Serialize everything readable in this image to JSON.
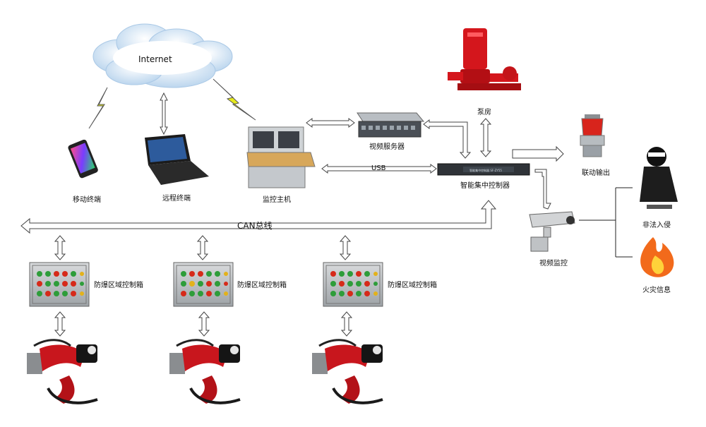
{
  "cloud": {
    "label": "Internet"
  },
  "terminals": {
    "mobile": "移动终端",
    "remote": "远程终端",
    "monitor_host": "监控主机"
  },
  "server": {
    "label": "视频服务器"
  },
  "pump": {
    "label": "泵房"
  },
  "controller": {
    "label": "智能集中控制器",
    "device_text": "智能集中控制器 SF-ZY55"
  },
  "usb": {
    "label": "USB"
  },
  "alarm": {
    "label": "联动输出"
  },
  "camera": {
    "label": "视频监控"
  },
  "intrusion": {
    "label": "非法入侵"
  },
  "fire": {
    "label": "火灾信息"
  },
  "bus": {
    "label": "CAN总线"
  },
  "boxes": [
    {
      "label": "防爆区域控制箱"
    },
    {
      "label": "防爆区域控制箱"
    },
    {
      "label": "防爆区域控制箱"
    }
  ],
  "colors": {
    "pump_red": "#d4161c",
    "lightning": "#e6ea1a",
    "cloud": "#cfe3f4",
    "panel_gray": "#9aa0a6",
    "fire": "#f26a1b"
  }
}
